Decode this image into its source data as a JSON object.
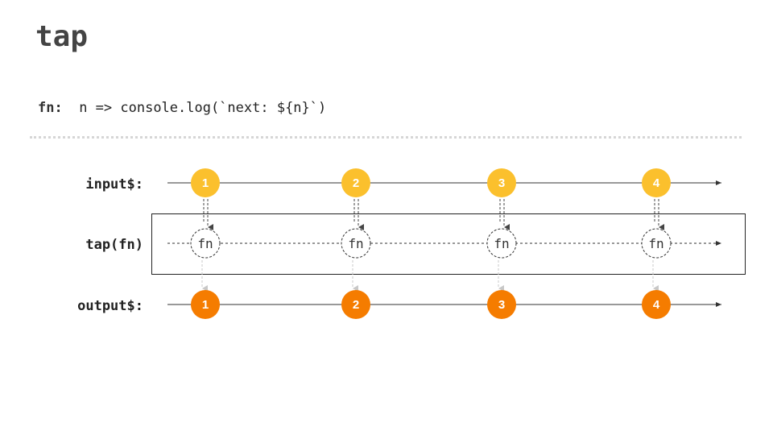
{
  "title": "tap",
  "code": {
    "key": "fn:",
    "expression": "n => console.log(`next: ${n}`)"
  },
  "rows": {
    "input": {
      "label": "input$:",
      "values": [
        "1",
        "2",
        "3",
        "4"
      ]
    },
    "operator": {
      "label": "tap(fn)",
      "node_label": "fn"
    },
    "output": {
      "label": "output$:",
      "values": [
        "1",
        "2",
        "3",
        "4"
      ]
    }
  },
  "colors": {
    "input_marble": "#fbc02d",
    "output_marble": "#f57c00",
    "line": "#333333",
    "box_border": "#222222",
    "arrow_dashed": "#444444",
    "arrow_light": "#c8c8c8"
  }
}
